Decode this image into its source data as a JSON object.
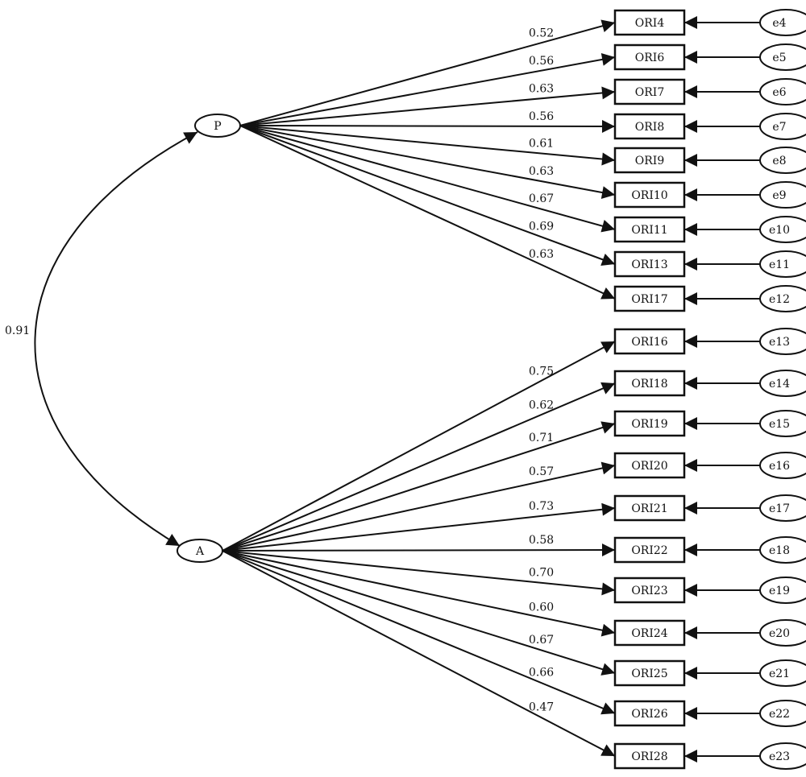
{
  "diagram": {
    "type": "structural-equation-model",
    "correlation": {
      "from": "P",
      "to": "A",
      "value": "0.91"
    },
    "latents": [
      {
        "name": "P",
        "indicators": [
          {
            "name": "ORI4",
            "loading": "0.52",
            "error": "e4"
          },
          {
            "name": "ORI6",
            "loading": "0.56",
            "error": "e5"
          },
          {
            "name": "ORI7",
            "loading": "0.63",
            "error": "e6"
          },
          {
            "name": "ORI8",
            "loading": "0.56",
            "error": "e7"
          },
          {
            "name": "ORI9",
            "loading": "0.61",
            "error": "e8"
          },
          {
            "name": "ORI10",
            "loading": "0.63",
            "error": "e9"
          },
          {
            "name": "ORI11",
            "loading": "0.67",
            "error": "e10"
          },
          {
            "name": "ORI13",
            "loading": "0.69",
            "error": "e11"
          },
          {
            "name": "ORI17",
            "loading": "0.63",
            "error": "e12"
          }
        ]
      },
      {
        "name": "A",
        "indicators": [
          {
            "name": "ORI16",
            "loading": "0.75",
            "error": "e13"
          },
          {
            "name": "ORI18",
            "loading": "0.62",
            "error": "e14"
          },
          {
            "name": "ORI19",
            "loading": "0.71",
            "error": "e15"
          },
          {
            "name": "ORI20",
            "loading": "0.57",
            "error": "e16"
          },
          {
            "name": "ORI21",
            "loading": "0.73",
            "error": "e17"
          },
          {
            "name": "ORI22",
            "loading": "0.58",
            "error": "e18"
          },
          {
            "name": "ORI23",
            "loading": "0.70",
            "error": "e19"
          },
          {
            "name": "ORI24",
            "loading": "0.60",
            "error": "e20"
          },
          {
            "name": "ORI25",
            "loading": "0.67",
            "error": "e21"
          },
          {
            "name": "ORI26",
            "loading": "0.66",
            "error": "e22"
          },
          {
            "name": "ORI28",
            "loading": "0.47",
            "error": "e23"
          }
        ]
      }
    ]
  }
}
